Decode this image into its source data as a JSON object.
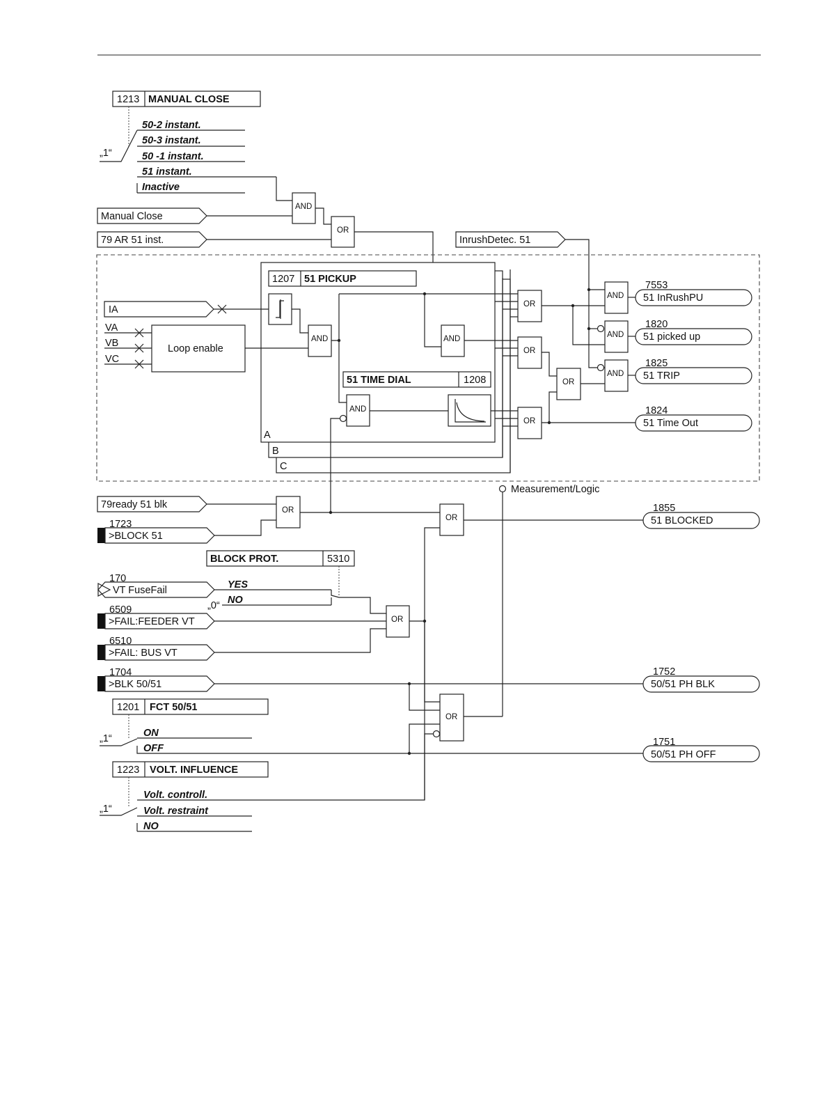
{
  "manual_close": {
    "param_no": "1213",
    "param_name": "MANUAL CLOSE",
    "default": "„1“",
    "options": [
      "50-2 instant.",
      "50-3 instant.",
      "50 -1 instant.",
      "51 instant.",
      "Inactive"
    ]
  },
  "inputs": {
    "manual_close": "Manual Close",
    "ar_51_inst": "79 AR 51 inst.",
    "inrush": "InrushDetec. 51",
    "ia": "IA",
    "va": "VA",
    "vb": "VB",
    "vc": "VC",
    "ready_51_blk": "79ready 51 blk",
    "block_51_no": "1723",
    "block_51": ">BLOCK 51",
    "vt_fusefail_no": "170",
    "vt_fusefail": "VT FuseFail",
    "fail_feeder_no": "6509",
    "fail_feeder": ">FAIL:FEEDER VT",
    "fail_bus_no": "6510",
    "fail_bus": ">FAIL: BUS VT",
    "blk_5051_no": "1704",
    "blk_5051": ">BLK 50/51"
  },
  "blocks": {
    "loop_enable": "Loop enable",
    "pickup_no": "1207",
    "pickup_name": "51 PICKUP",
    "time_dial_name": "51 TIME DIAL",
    "time_dial_no": "1208",
    "phase_a": "A",
    "phase_b": "B",
    "phase_c": "C",
    "measurement_logic": "Measurement/Logic"
  },
  "gates": {
    "and": "AND",
    "or": "OR"
  },
  "block_prot": {
    "param_name": "BLOCK PROT.",
    "param_no": "5310",
    "options": [
      "YES",
      "NO"
    ],
    "default": "„0“"
  },
  "fct_5051": {
    "param_no": "1201",
    "param_name": "FCT 50/51",
    "default": "„1“",
    "options": [
      "ON",
      "OFF"
    ]
  },
  "volt_influence": {
    "param_no": "1223",
    "param_name": "VOLT. INFLUENCE",
    "default": "„1“",
    "options": [
      "Volt. controll.",
      "Volt. restraint",
      "NO"
    ]
  },
  "outputs": [
    {
      "no": "7553",
      "label": "51 InRushPU"
    },
    {
      "no": "1820",
      "label": "51 picked up"
    },
    {
      "no": "1825",
      "label": "51 TRIP"
    },
    {
      "no": "1824",
      "label": "51 Time Out"
    },
    {
      "no": "1855",
      "label": "51 BLOCKED"
    },
    {
      "no": "1752",
      "label": "50/51 PH BLK"
    },
    {
      "no": "1751",
      "label": "50/51 PH OFF"
    }
  ]
}
